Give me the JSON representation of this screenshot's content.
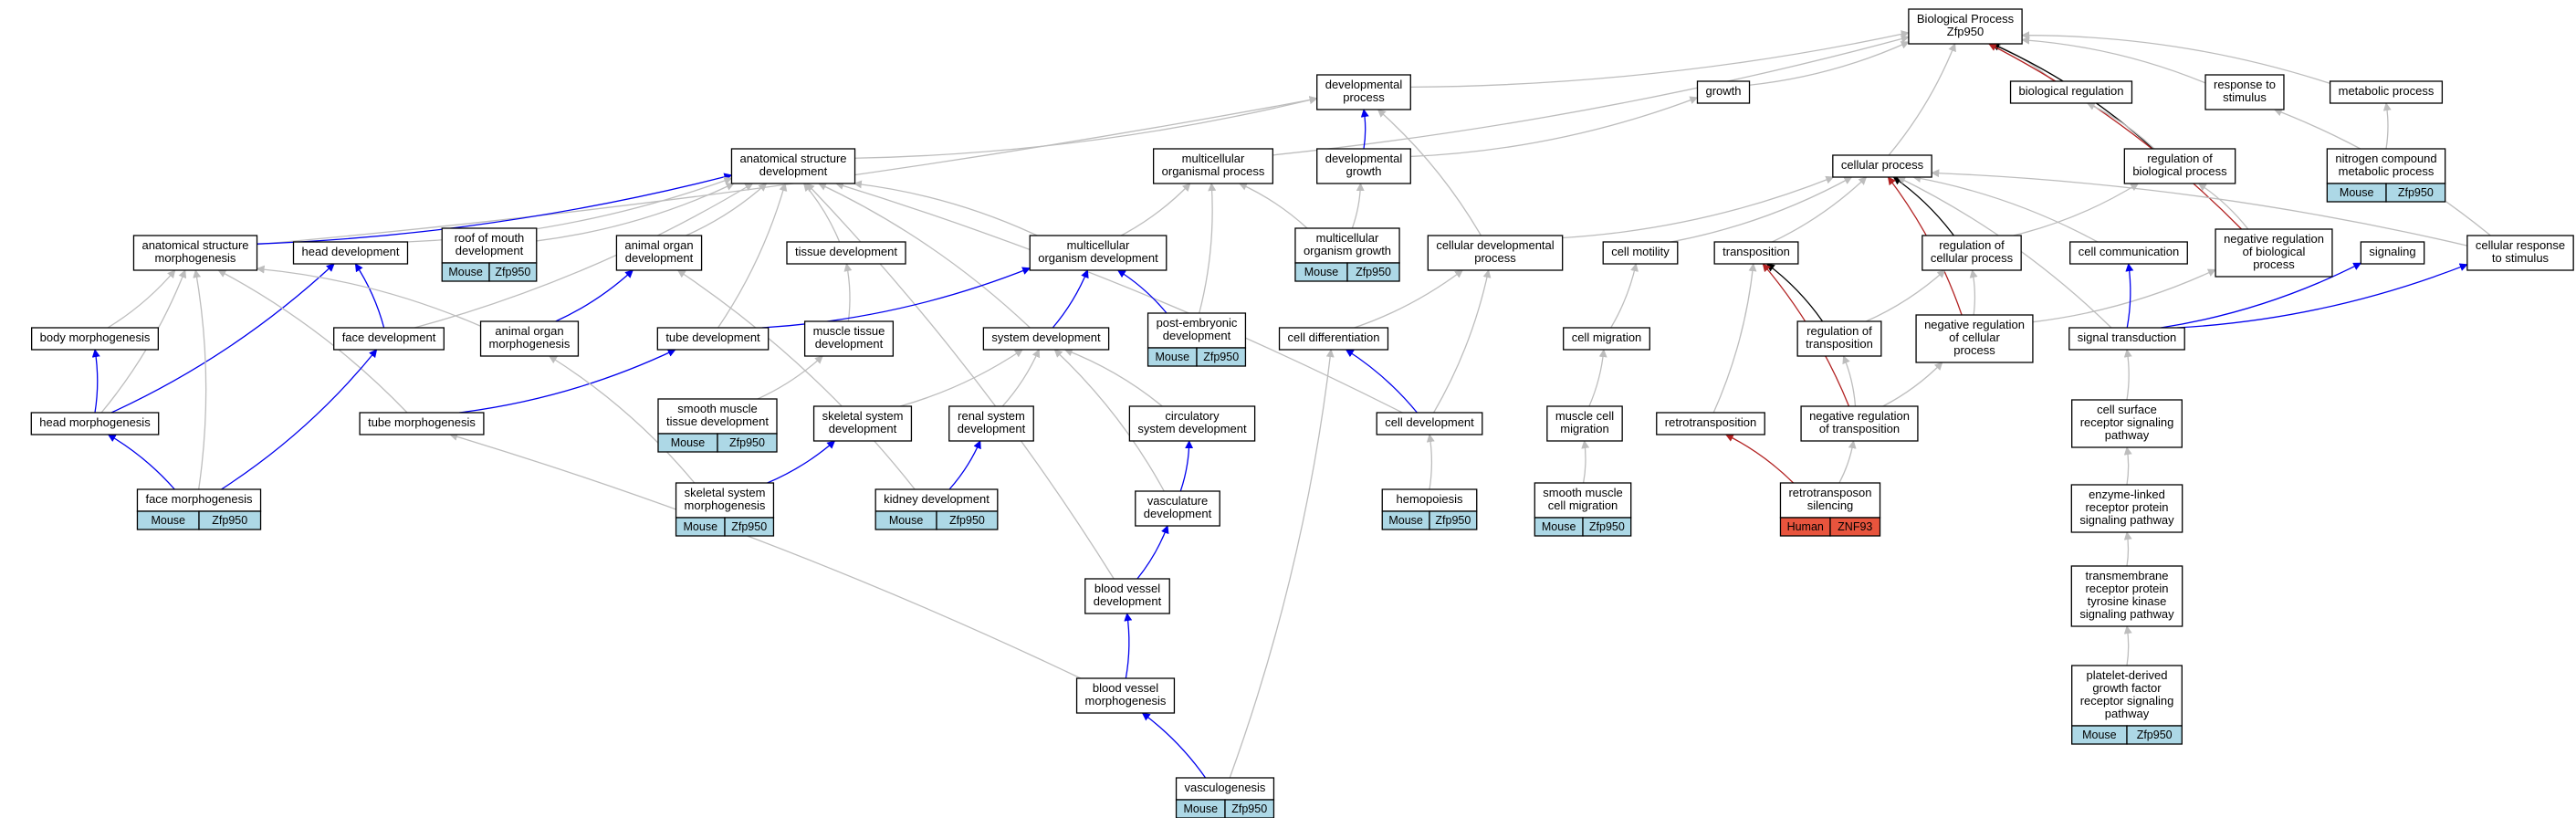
{
  "colors": {
    "gray": "#bdbdbd",
    "blue": "#0000ee",
    "black": "#000000",
    "red": "#b22222",
    "mouse_fill": "#add8e6",
    "human_fill": "#e8543d"
  },
  "nodes": [
    {
      "id": "bp",
      "lines": [
        "Biological Process",
        "Zfp950"
      ]
    },
    {
      "id": "devproc",
      "lines": [
        "developmental",
        "process"
      ]
    },
    {
      "id": "growth",
      "lines": [
        "growth"
      ]
    },
    {
      "id": "bioreg",
      "lines": [
        "biological regulation"
      ]
    },
    {
      "id": "resp",
      "lines": [
        "response to",
        "stimulus"
      ]
    },
    {
      "id": "metab",
      "lines": [
        "metabolic process"
      ]
    },
    {
      "id": "anatdev",
      "lines": [
        "anatomical structure",
        "development"
      ]
    },
    {
      "id": "mcproc",
      "lines": [
        "multicellular",
        "organismal process"
      ]
    },
    {
      "id": "devgrowth",
      "lines": [
        "developmental",
        "growth"
      ]
    },
    {
      "id": "cellproc",
      "lines": [
        "cellular process"
      ]
    },
    {
      "id": "regbp",
      "lines": [
        "regulation of",
        "biological process"
      ]
    },
    {
      "id": "nitro",
      "lines": [
        "nitrogen compound",
        "metabolic process"
      ],
      "species": "Mouse",
      "gene": "Zfp950"
    },
    {
      "id": "mcgrowth",
      "lines": [
        "multicellular",
        "organism growth"
      ],
      "species": "Mouse",
      "gene": "Zfp950"
    },
    {
      "id": "anatmorph",
      "lines": [
        "anatomical structure",
        "morphogenesis"
      ]
    },
    {
      "id": "headdev",
      "lines": [
        "head development"
      ]
    },
    {
      "id": "roof",
      "lines": [
        "roof of mouth",
        "development"
      ],
      "species": "Mouse",
      "gene": "Zfp950"
    },
    {
      "id": "aodev",
      "lines": [
        "animal organ",
        "development"
      ]
    },
    {
      "id": "tissuedev",
      "lines": [
        "tissue development"
      ]
    },
    {
      "id": "mcodev",
      "lines": [
        "multicellular",
        "organism development"
      ]
    },
    {
      "id": "celldevproc",
      "lines": [
        "cellular developmental",
        "process"
      ]
    },
    {
      "id": "cellmot",
      "lines": [
        "cell motility"
      ]
    },
    {
      "id": "transp",
      "lines": [
        "transposition"
      ]
    },
    {
      "id": "regcp",
      "lines": [
        "regulation of",
        "cellular process"
      ]
    },
    {
      "id": "cellcomm",
      "lines": [
        "cell communication"
      ]
    },
    {
      "id": "negregbp",
      "lines": [
        "negative regulation",
        "of biological",
        "process"
      ]
    },
    {
      "id": "signaling",
      "lines": [
        "signaling"
      ]
    },
    {
      "id": "cellresp",
      "lines": [
        "cellular response",
        "to stimulus"
      ]
    },
    {
      "id": "bodymorph",
      "lines": [
        "body morphogenesis"
      ]
    },
    {
      "id": "facedev",
      "lines": [
        "face development"
      ]
    },
    {
      "id": "aomorph",
      "lines": [
        "animal organ",
        "morphogenesis"
      ]
    },
    {
      "id": "tubedev",
      "lines": [
        "tube development"
      ]
    },
    {
      "id": "muscledev",
      "lines": [
        "muscle tissue",
        "development"
      ]
    },
    {
      "id": "sysdev",
      "lines": [
        "system development"
      ]
    },
    {
      "id": "postemb",
      "lines": [
        "post-embryonic",
        "development"
      ],
      "species": "Mouse",
      "gene": "Zfp950"
    },
    {
      "id": "celldiff",
      "lines": [
        "cell differentiation"
      ]
    },
    {
      "id": "cellmig",
      "lines": [
        "cell migration"
      ]
    },
    {
      "id": "regtransp",
      "lines": [
        "regulation of",
        "transposition"
      ]
    },
    {
      "id": "negregcp",
      "lines": [
        "negative regulation",
        "of cellular",
        "process"
      ]
    },
    {
      "id": "sigtrans",
      "lines": [
        "signal transduction"
      ]
    },
    {
      "id": "headmorph",
      "lines": [
        "head morphogenesis"
      ]
    },
    {
      "id": "tubemorph",
      "lines": [
        "tube morphogenesis"
      ]
    },
    {
      "id": "smdev",
      "lines": [
        "smooth muscle",
        "tissue development"
      ],
      "species": "Mouse",
      "gene": "Zfp950"
    },
    {
      "id": "skeldev",
      "lines": [
        "skeletal system",
        "development"
      ]
    },
    {
      "id": "renal",
      "lines": [
        "renal system",
        "development"
      ]
    },
    {
      "id": "circ",
      "lines": [
        "circulatory",
        "system development"
      ]
    },
    {
      "id": "celldev",
      "lines": [
        "cell development"
      ]
    },
    {
      "id": "musclemig",
      "lines": [
        "muscle cell",
        "migration"
      ]
    },
    {
      "id": "retro",
      "lines": [
        "retrotransposition"
      ]
    },
    {
      "id": "negregtransp",
      "lines": [
        "negative regulation",
        "of transposition"
      ]
    },
    {
      "id": "csr",
      "lines": [
        "cell surface",
        "receptor signaling",
        "pathway"
      ]
    },
    {
      "id": "facemorph",
      "lines": [
        "face morphogenesis"
      ],
      "species": "Mouse",
      "gene": "Zfp950"
    },
    {
      "id": "skelmorph",
      "lines": [
        "skeletal system",
        "morphogenesis"
      ],
      "species": "Mouse",
      "gene": "Zfp950"
    },
    {
      "id": "kidney",
      "lines": [
        "kidney development"
      ],
      "species": "Mouse",
      "gene": "Zfp950"
    },
    {
      "id": "vascdev",
      "lines": [
        "vasculature",
        "development"
      ]
    },
    {
      "id": "hemo",
      "lines": [
        "hemopoiesis"
      ],
      "species": "Mouse",
      "gene": "Zfp950"
    },
    {
      "id": "smmig",
      "lines": [
        "smooth muscle",
        "cell migration"
      ],
      "species": "Mouse",
      "gene": "Zfp950"
    },
    {
      "id": "retrosil",
      "lines": [
        "retrotransposon",
        "silencing"
      ],
      "species": "Human",
      "gene": "ZNF93"
    },
    {
      "id": "enzyme",
      "lines": [
        "enzyme-linked",
        "receptor protein",
        "signaling pathway"
      ]
    },
    {
      "id": "bvdev",
      "lines": [
        "blood vessel",
        "development"
      ]
    },
    {
      "id": "transmem",
      "lines": [
        "transmembrane",
        "receptor protein",
        "tyrosine kinase",
        "signaling pathway"
      ]
    },
    {
      "id": "bvmorph",
      "lines": [
        "blood vessel",
        "morphogenesis"
      ]
    },
    {
      "id": "pdgf",
      "lines": [
        "platelet-derived",
        "growth factor",
        "receptor signaling",
        "pathway"
      ],
      "species": "Mouse",
      "gene": "Zfp950"
    },
    {
      "id": "vasculo",
      "lines": [
        "vasculogenesis"
      ],
      "species": "Mouse",
      "gene": "Zfp950"
    }
  ],
  "edges": [
    {
      "from": "devproc",
      "to": "bp",
      "color": "gray"
    },
    {
      "from": "growth",
      "to": "bp",
      "color": "gray"
    },
    {
      "from": "bioreg",
      "to": "bp",
      "color": "gray"
    },
    {
      "from": "resp",
      "to": "bp",
      "color": "gray"
    },
    {
      "from": "metab",
      "to": "bp",
      "color": "gray"
    },
    {
      "from": "cellproc",
      "to": "bp",
      "color": "gray"
    },
    {
      "from": "regbp",
      "to": "bp",
      "color": "black"
    },
    {
      "from": "negregbp",
      "to": "bp",
      "color": "red"
    },
    {
      "from": "mcproc",
      "to": "bp",
      "color": "gray"
    },
    {
      "from": "regbp",
      "to": "bioreg",
      "color": "gray"
    },
    {
      "from": "nitro",
      "to": "metab",
      "color": "gray"
    },
    {
      "from": "cellresp",
      "to": "resp",
      "color": "gray"
    },
    {
      "from": "devgrowth",
      "to": "devproc",
      "color": "blue"
    },
    {
      "from": "devgrowth",
      "to": "growth",
      "color": "gray"
    },
    {
      "from": "anatdev",
      "to": "devproc",
      "color": "gray"
    },
    {
      "from": "anatmorph",
      "to": "devproc",
      "color": "gray"
    },
    {
      "from": "celldevproc",
      "to": "devproc",
      "color": "gray"
    },
    {
      "from": "mcgrowth",
      "to": "devgrowth",
      "color": "gray"
    },
    {
      "from": "mcgrowth",
      "to": "mcproc",
      "color": "gray"
    },
    {
      "from": "mcodev",
      "to": "mcproc",
      "color": "gray"
    },
    {
      "from": "postemb",
      "to": "mcproc",
      "color": "gray"
    },
    {
      "from": "anatmorph",
      "to": "anatdev",
      "color": "blue"
    },
    {
      "from": "headdev",
      "to": "anatdev",
      "color": "gray"
    },
    {
      "from": "roof",
      "to": "anatdev",
      "color": "gray"
    },
    {
      "from": "aodev",
      "to": "anatdev",
      "color": "gray"
    },
    {
      "from": "tissuedev",
      "to": "anatdev",
      "color": "gray"
    },
    {
      "from": "mcodev",
      "to": "anatdev",
      "color": "gray"
    },
    {
      "from": "sysdev",
      "to": "anatdev",
      "color": "gray"
    },
    {
      "from": "tubedev",
      "to": "anatdev",
      "color": "gray"
    },
    {
      "from": "celldev",
      "to": "anatdev",
      "color": "gray"
    },
    {
      "from": "bvdev",
      "to": "anatdev",
      "color": "gray"
    },
    {
      "from": "facedev",
      "to": "anatdev",
      "color": "gray"
    },
    {
      "from": "facedev",
      "to": "headdev",
      "color": "blue"
    },
    {
      "from": "headmorph",
      "to": "headdev",
      "color": "blue"
    },
    {
      "from": "aomorph",
      "to": "aodev",
      "color": "blue"
    },
    {
      "from": "kidney",
      "to": "aodev",
      "color": "gray"
    },
    {
      "from": "muscledev",
      "to": "tissuedev",
      "color": "gray"
    },
    {
      "from": "smdev",
      "to": "muscledev",
      "color": "gray"
    },
    {
      "from": "tubedev",
      "to": "mcodev",
      "color": "blue"
    },
    {
      "from": "sysdev",
      "to": "mcodev",
      "color": "blue"
    },
    {
      "from": "postemb",
      "to": "mcodev",
      "color": "blue"
    },
    {
      "from": "bodymorph",
      "to": "anatmorph",
      "color": "gray"
    },
    {
      "from": "headmorph",
      "to": "anatmorph",
      "color": "gray"
    },
    {
      "from": "facemorph",
      "to": "anatmorph",
      "color": "gray"
    },
    {
      "from": "aomorph",
      "to": "anatmorph",
      "color": "gray"
    },
    {
      "from": "tubemorph",
      "to": "anatmorph",
      "color": "gray"
    },
    {
      "from": "headmorph",
      "to": "bodymorph",
      "color": "blue"
    },
    {
      "from": "facemorph",
      "to": "headmorph",
      "color": "blue"
    },
    {
      "from": "facemorph",
      "to": "facedev",
      "color": "blue"
    },
    {
      "from": "tubemorph",
      "to": "tubedev",
      "color": "blue"
    },
    {
      "from": "skelmorph",
      "to": "aomorph",
      "color": "gray"
    },
    {
      "from": "skelmorph",
      "to": "skeldev",
      "color": "blue"
    },
    {
      "from": "kidney",
      "to": "renal",
      "color": "blue"
    },
    {
      "from": "skeldev",
      "to": "sysdev",
      "color": "gray"
    },
    {
      "from": "renal",
      "to": "sysdev",
      "color": "gray"
    },
    {
      "from": "circ",
      "to": "sysdev",
      "color": "gray"
    },
    {
      "from": "vascdev",
      "to": "sysdev",
      "color": "gray"
    },
    {
      "from": "vascdev",
      "to": "circ",
      "color": "blue"
    },
    {
      "from": "bvdev",
      "to": "vascdev",
      "color": "blue"
    },
    {
      "from": "bvmorph",
      "to": "bvdev",
      "color": "blue"
    },
    {
      "from": "bvmorph",
      "to": "tubemorph",
      "color": "gray"
    },
    {
      "from": "vasculo",
      "to": "bvmorph",
      "color": "blue"
    },
    {
      "from": "vasculo",
      "to": "celldiff",
      "color": "gray"
    },
    {
      "from": "celldiff",
      "to": "celldevproc",
      "color": "gray"
    },
    {
      "from": "celldev",
      "to": "celldevproc",
      "color": "gray"
    },
    {
      "from": "celldev",
      "to": "celldiff",
      "color": "blue"
    },
    {
      "from": "hemo",
      "to": "celldev",
      "color": "gray"
    },
    {
      "from": "celldevproc",
      "to": "cellproc",
      "color": "gray"
    },
    {
      "from": "cellmot",
      "to": "cellproc",
      "color": "gray"
    },
    {
      "from": "transp",
      "to": "cellproc",
      "color": "gray"
    },
    {
      "from": "regcp",
      "to": "cellproc",
      "color": "black"
    },
    {
      "from": "cellcomm",
      "to": "cellproc",
      "color": "gray"
    },
    {
      "from": "cellresp",
      "to": "cellproc",
      "color": "gray"
    },
    {
      "from": "negregcp",
      "to": "cellproc",
      "color": "red"
    },
    {
      "from": "sigtrans",
      "to": "cellproc",
      "color": "gray"
    },
    {
      "from": "regcp",
      "to": "regbp",
      "color": "gray"
    },
    {
      "from": "negregbp",
      "to": "regbp",
      "color": "gray"
    },
    {
      "from": "negregcp",
      "to": "negregbp",
      "color": "gray"
    },
    {
      "from": "negregcp",
      "to": "regcp",
      "color": "gray"
    },
    {
      "from": "regtransp",
      "to": "regcp",
      "color": "gray"
    },
    {
      "from": "regtransp",
      "to": "transp",
      "color": "black"
    },
    {
      "from": "negregtransp",
      "to": "transp",
      "color": "red"
    },
    {
      "from": "negregtransp",
      "to": "regtransp",
      "color": "gray"
    },
    {
      "from": "negregtransp",
      "to": "negregcp",
      "color": "gray"
    },
    {
      "from": "retro",
      "to": "transp",
      "color": "gray"
    },
    {
      "from": "retrosil",
      "to": "retro",
      "color": "red"
    },
    {
      "from": "retrosil",
      "to": "negregtransp",
      "color": "gray"
    },
    {
      "from": "cellmig",
      "to": "cellmot",
      "color": "gray"
    },
    {
      "from": "musclemig",
      "to": "cellmig",
      "color": "gray"
    },
    {
      "from": "smmig",
      "to": "musclemig",
      "color": "gray"
    },
    {
      "from": "sigtrans",
      "to": "cellcomm",
      "color": "blue"
    },
    {
      "from": "sigtrans",
      "to": "signaling",
      "color": "blue"
    },
    {
      "from": "sigtrans",
      "to": "cellresp",
      "color": "blue"
    },
    {
      "from": "csr",
      "to": "sigtrans",
      "color": "gray"
    },
    {
      "from": "enzyme",
      "to": "csr",
      "color": "gray"
    },
    {
      "from": "transmem",
      "to": "enzyme",
      "color": "gray"
    },
    {
      "from": "pdgf",
      "to": "transmem",
      "color": "gray"
    }
  ]
}
